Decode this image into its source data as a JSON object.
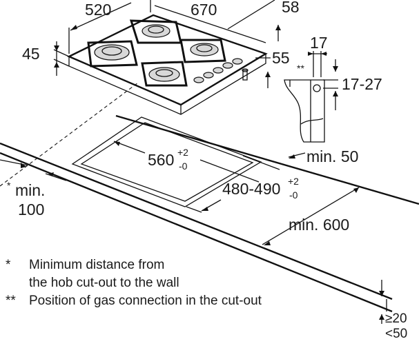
{
  "dims": {
    "width": "520",
    "depth": "670",
    "top_right": "58",
    "height": "45",
    "knob_h": "55",
    "conn_w": "17",
    "gas_mark": "**",
    "conn_range": "17-27",
    "min_side": "min. 50",
    "cut_w": "560",
    "cut_w_tol_plus": "+2",
    "cut_w_tol_minus": "-0",
    "cut_d": "480-490",
    "cut_d_tol_plus": "+2",
    "cut_d_tol_minus": "-0",
    "min_wall_star": "*",
    "min_wall_a": "min.",
    "min_wall_b": "100",
    "min_front": "min. 600",
    "thick_a": "≥20",
    "thick_b": "<50"
  },
  "notes": [
    {
      "mark": "*",
      "line1": "Minimum distance from",
      "line2": "the hob cut-out to the wall"
    },
    {
      "mark": "**",
      "line1": "Position of gas connection in the cut-out"
    }
  ]
}
